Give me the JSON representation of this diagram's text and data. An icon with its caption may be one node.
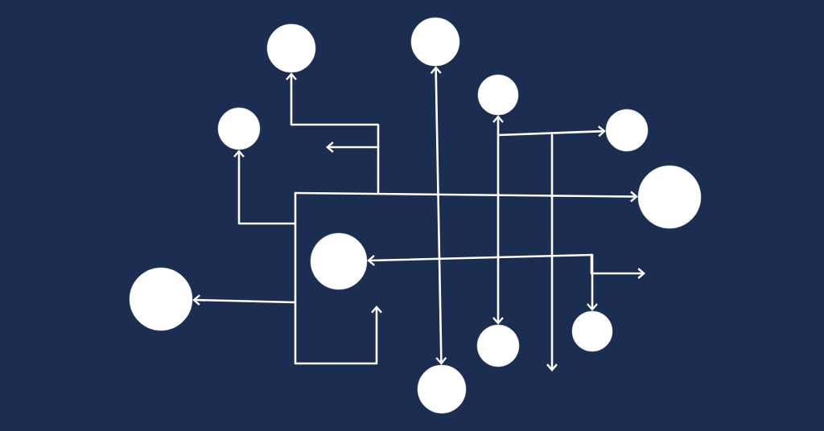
{
  "diagram": {
    "nodes": [
      {
        "text": [],
        "shape": "circle"
      },
      {
        "text": [],
        "shape": "circle"
      },
      {
        "text": [],
        "shape": "circle"
      },
      {
        "text": [],
        "shape": "circle"
      },
      {
        "text": [],
        "shape": "circle"
      },
      {
        "text": [],
        "shape": "circle"
      },
      {
        "text": [],
        "shape": "circle"
      },
      {
        "text": [],
        "shape": "circle"
      },
      {
        "text": [],
        "shape": "circle"
      },
      {
        "text": [],
        "shape": "circle"
      },
      {
        "text": [],
        "shape": "circle"
      }
    ],
    "edges": [
      {
        "from": null,
        "to": 0,
        "arrow": "to"
      },
      {
        "from": null,
        "to": 3,
        "arrow": "to"
      },
      {
        "from": null,
        "to": 7,
        "arrow": "to"
      },
      {
        "from": null,
        "to": 5,
        "arrow": "to"
      },
      {
        "from": 1,
        "to": 10,
        "arrow": "both"
      },
      {
        "from": 2,
        "to": 8,
        "arrow": "both"
      },
      {
        "from": null,
        "to": 4,
        "arrow": "to"
      },
      {
        "from": null,
        "to": 6,
        "arrow": "to"
      },
      {
        "from": null,
        "to": 9,
        "arrow": "to"
      }
    ]
  }
}
